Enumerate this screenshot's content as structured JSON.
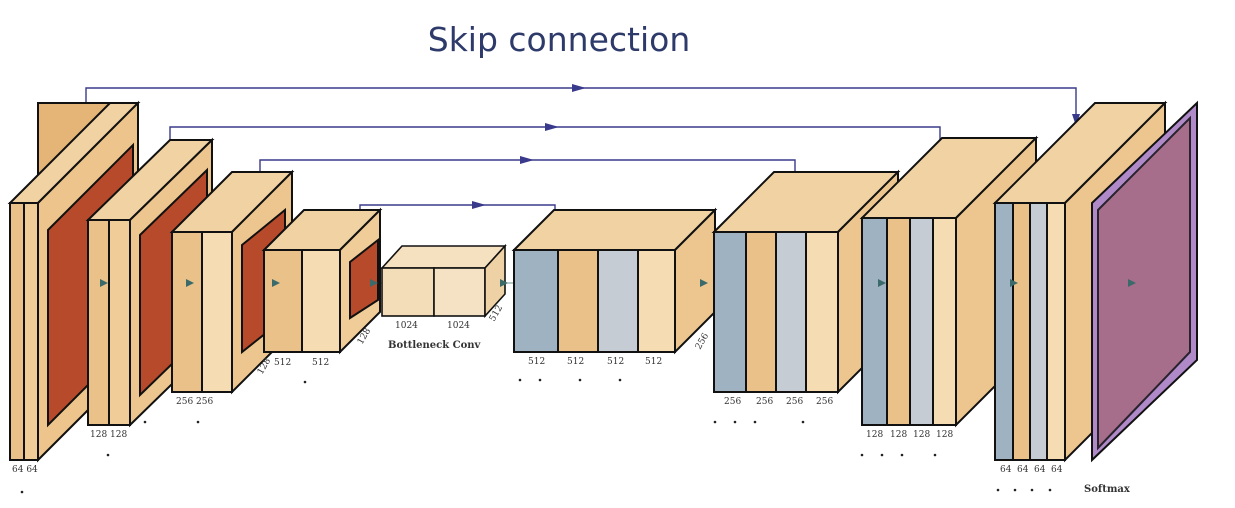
{
  "title": "Skip connection",
  "labels": {
    "enc1": "64 64",
    "enc2": "128 128",
    "enc3": "256 256",
    "enc3b": "128",
    "enc4a": "512",
    "enc4b": "512",
    "enc4c": "128",
    "bott1": "1024",
    "bott2": "1024",
    "bott3": "512",
    "bottleneck": "Bottleneck Conv",
    "dec1a": "512",
    "dec1b": "512",
    "dec1c": "512",
    "dec1d": "512",
    "dec1e": "256",
    "dec2a": "256",
    "dec2b": "256",
    "dec2c": "256",
    "dec2d": "256",
    "dec3a": "128",
    "dec3b": "128",
    "dec3c": "128",
    "dec3d": "128",
    "dec4a": "64",
    "dec4b": "64",
    "dec4c": "64",
    "dec4d": "64",
    "softmax": "Softmax"
  },
  "colors": {
    "title": "#2d3a6a",
    "arrow": "#3a3a8c",
    "conv": "#e9c189",
    "conv_light": "#f5dcb2",
    "pool": "#b84a2c",
    "upconv": "#9fb2c2",
    "softmax": "#b08ac8"
  }
}
